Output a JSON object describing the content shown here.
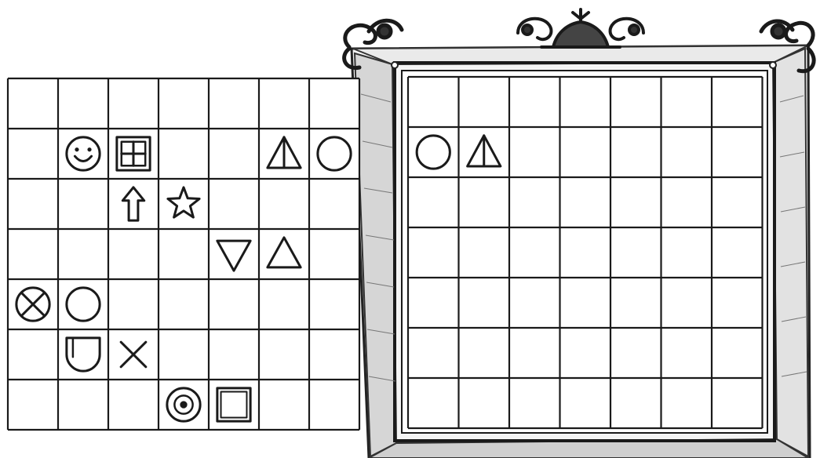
{
  "puzzle": {
    "left_grid": {
      "rows": 7,
      "cols": 7,
      "symbols": [
        {
          "row": 1,
          "col": 1,
          "icon": "smiley-icon"
        },
        {
          "row": 1,
          "col": 2,
          "icon": "window-icon"
        },
        {
          "row": 1,
          "col": 5,
          "icon": "split-triangle-icon"
        },
        {
          "row": 1,
          "col": 6,
          "icon": "circle-icon"
        },
        {
          "row": 2,
          "col": 2,
          "icon": "up-arrow-icon"
        },
        {
          "row": 2,
          "col": 3,
          "icon": "star-icon"
        },
        {
          "row": 3,
          "col": 4,
          "icon": "down-triangle-icon"
        },
        {
          "row": 3,
          "col": 5,
          "icon": "up-triangle-icon"
        },
        {
          "row": 4,
          "col": 0,
          "icon": "circle-x-icon"
        },
        {
          "row": 4,
          "col": 1,
          "icon": "circle-icon"
        },
        {
          "row": 5,
          "col": 1,
          "icon": "shield-icon"
        },
        {
          "row": 5,
          "col": 2,
          "icon": "x-icon"
        },
        {
          "row": 6,
          "col": 3,
          "icon": "target-icon"
        },
        {
          "row": 6,
          "col": 4,
          "icon": "square-icon"
        }
      ]
    },
    "right_grid": {
      "rows": 7,
      "cols": 7,
      "symbols": [
        {
          "row": 1,
          "col": 0,
          "icon": "circle-icon"
        },
        {
          "row": 1,
          "col": 1,
          "icon": "split-triangle-icon"
        }
      ]
    },
    "colors": {
      "ink": "#1a1a1a",
      "paper": "#ffffff",
      "frame": "#2b2b2b"
    }
  }
}
